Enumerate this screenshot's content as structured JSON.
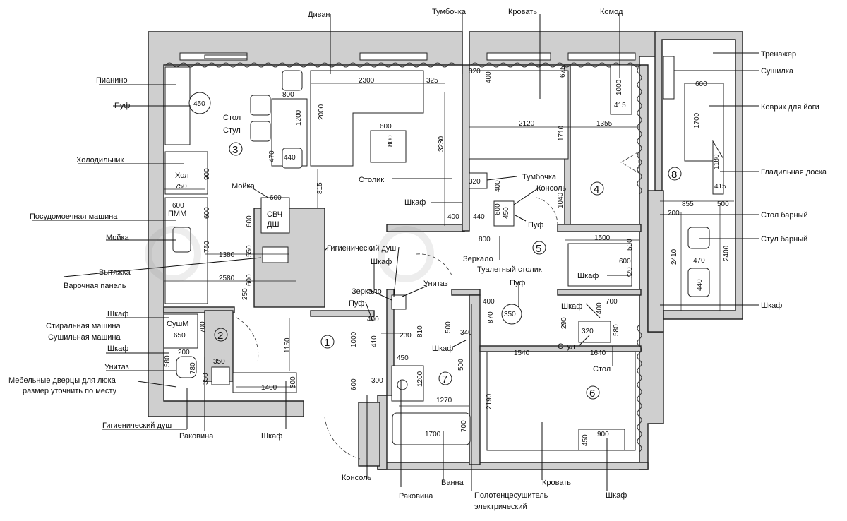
{
  "labels": {
    "divan": "Диван",
    "tumbochka_top": "Тумбочка",
    "krovat_top": "Кровать",
    "komod": "Комод",
    "trenazher": "Тренажер",
    "sushilka": "Сушилка",
    "kovrik": "Коврик для йоги",
    "gladilnaya": "Гладильная доска",
    "stol_barny": "Стол барный",
    "stul_barny": "Стул барный",
    "shkaf_r8": "Шкаф",
    "pianino": "Пианино",
    "puf_3": "Пуф",
    "stol_3": "Стол",
    "stul_3": "Стул",
    "holodilnik": "Холодильник",
    "hol": "Хол",
    "moyka_top": "Мойка",
    "posudomoechnaya": "Посудомоечная машина",
    "pmm": "ПММ",
    "moyka": "Мойка",
    "svch": "СВЧ",
    "dsh": "ДШ",
    "vytyazhka": "Вытяжка",
    "varochnaya": "Варочная панель",
    "stolik": "Столик",
    "shkaf_corr": "Шкаф",
    "tumbochka_4": "Тумбочка",
    "konsol_4": "Консоль",
    "puf_5": "Пуф",
    "zerkalo_5": "Зеркало",
    "tualetny": "Туалетный столик",
    "shkaf_5": "Шкаф",
    "gig_dush_top": "Гигиенический душ",
    "shkaf_7": "Шкаф",
    "unitaz_7": "Унитаз",
    "zerkalo_7": "Зеркало",
    "puf_7": "Пуф",
    "puf_6": "Пуф",
    "shkaf_6top": "Шкаф",
    "stul_6": "Стул",
    "stol_6": "Стол",
    "shkaf_2a": "Шкаф",
    "stiralnaya": "Стиральная машина",
    "sushilnaya": "Сушильная машина",
    "sushm": "СушМ",
    "shkaf_2b": "Шкаф",
    "unitaz_2": "Унитаз",
    "mebel_1": "Мебельные дверцы для люка",
    "mebel_2": "размер уточнить по месту",
    "gig_dush_bottom": "Гигиенический душ",
    "rakovina_2": "Раковина",
    "shkaf_1": "Шкаф",
    "konsol_bottom": "Консоль",
    "rakovina_7": "Раковина",
    "vanna": "Ванна",
    "polotence_1": "Полотенцесушитель",
    "polotence_2": "электрический",
    "krovat_bottom": "Кровать",
    "shkaf_6bottom": "Шкаф"
  },
  "rooms": [
    "1",
    "2",
    "3",
    "4",
    "5",
    "6",
    "7",
    "8"
  ],
  "dims": {
    "d2300": "2300",
    "d325": "325",
    "d320a": "320",
    "d400a": "400",
    "d675": "675",
    "d1000": "1000",
    "d415a": "415",
    "d600a": "600",
    "d1700a": "1700",
    "d450a": "450",
    "d800a": "800",
    "d1200a": "1200",
    "d2000": "2000",
    "d600b": "600",
    "d800b": "800",
    "d3230": "3230",
    "d2120": "2120",
    "d1710": "1710",
    "d1355": "1355",
    "d470a": "470",
    "d440a": "440",
    "d900a": "900",
    "d750a": "750",
    "d815": "815",
    "d600c": "600",
    "d600d": "600",
    "d600e": "600",
    "d600f": "600",
    "d750b": "750",
    "d1380": "1380",
    "d550": "550",
    "d2580": "2580",
    "d600g": "600",
    "d250": "250",
    "d320b": "320",
    "d400b": "400",
    "d1040": "1040",
    "d400c": "400",
    "d440b": "440",
    "d600h": "600",
    "d450b": "450",
    "d800c": "800",
    "d1180": "1180",
    "d415b": "415",
    "d855": "855",
    "d500a": "500",
    "d200a": "200",
    "d1500": "1500",
    "d500b": "500",
    "d600i": "600",
    "d720": "720",
    "d2410": "2410",
    "d2400": "2400",
    "d470b": "470",
    "d440c": "440",
    "d650": "650",
    "d700a": "700",
    "d1150": "1150",
    "d200b": "200",
    "d580a": "580",
    "d780": "780",
    "d350a": "350",
    "d350b": "350",
    "d1400": "1400",
    "d300a": "300",
    "d400d": "400",
    "d1000b": "1000",
    "d410": "410",
    "d600j": "600",
    "d300b": "300",
    "d230": "230",
    "d810": "810",
    "d500c": "500",
    "d340": "340",
    "d450c": "450",
    "d500d": "500",
    "d1200b": "1200",
    "d1270": "1270",
    "d1700b": "1700",
    "d700b": "700",
    "d400e": "400",
    "d870": "870",
    "d350c": "350",
    "d400f": "400",
    "d700c": "700",
    "d290": "290",
    "d320c": "320",
    "d580b": "580",
    "d1540": "1540",
    "d1640": "1640",
    "d2190": "2190",
    "d900b": "900",
    "d450d": "450"
  },
  "colors": {
    "wall": "#cfcfcf",
    "line": "#111111"
  }
}
